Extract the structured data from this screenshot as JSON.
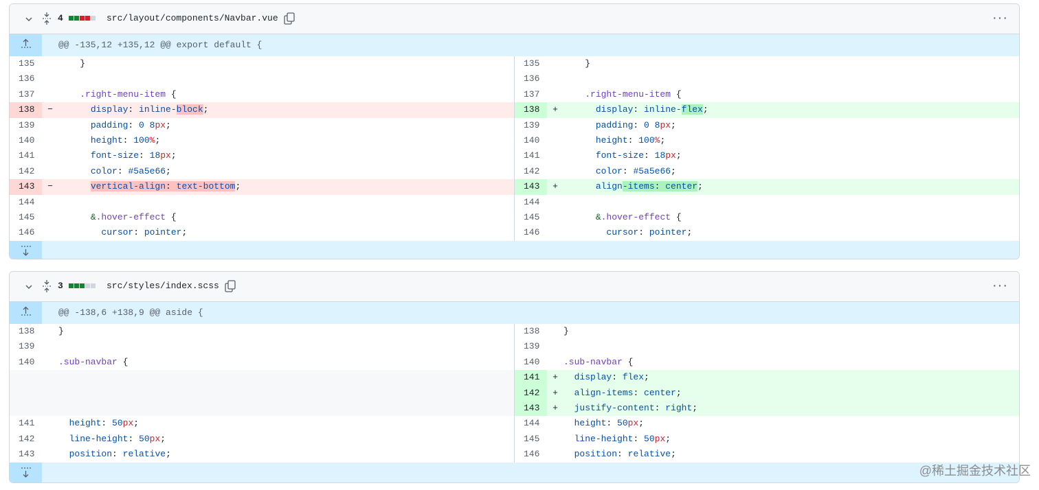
{
  "files": [
    {
      "change_count": "4",
      "blocks": [
        "#1a7f37",
        "#1a7f37",
        "#cf222e",
        "#cf222e",
        "#d0d7de"
      ],
      "path": "src/layout/components/Navbar.vue",
      "hunk_header": "@@ -135,12 +135,12 @@ export default {",
      "left": [
        {
          "n": "135",
          "t": "ctx",
          "tokens": [
            [
              "    }",
              ""
            ]
          ]
        },
        {
          "n": "136",
          "t": "ctx",
          "tokens": [
            [
              "",
              ""
            ]
          ]
        },
        {
          "n": "137",
          "t": "ctx",
          "tokens": [
            [
              "    ",
              ""
            ],
            [
              ".right-menu-item",
              "p"
            ],
            [
              " {",
              ""
            ]
          ]
        },
        {
          "n": "138",
          "t": "del",
          "mk": "−",
          "tokens": [
            [
              "      ",
              ""
            ],
            [
              "display",
              "b"
            ],
            [
              ": ",
              ""
            ],
            [
              "inline-",
              "b"
            ],
            [
              "block",
              "b hl-del"
            ],
            [
              ";",
              ""
            ]
          ]
        },
        {
          "n": "139",
          "t": "ctx",
          "tokens": [
            [
              "      ",
              ""
            ],
            [
              "padding",
              "b"
            ],
            [
              ": ",
              ""
            ],
            [
              "0 8",
              "b"
            ],
            [
              "px",
              "r"
            ],
            [
              ";",
              ""
            ]
          ]
        },
        {
          "n": "140",
          "t": "ctx",
          "tokens": [
            [
              "      ",
              ""
            ],
            [
              "height",
              "b"
            ],
            [
              ": ",
              ""
            ],
            [
              "100",
              "b"
            ],
            [
              "%",
              "r"
            ],
            [
              ";",
              ""
            ]
          ]
        },
        {
          "n": "141",
          "t": "ctx",
          "tokens": [
            [
              "      ",
              ""
            ],
            [
              "font-size",
              "b"
            ],
            [
              ": ",
              ""
            ],
            [
              "18",
              "b"
            ],
            [
              "px",
              "r"
            ],
            [
              ";",
              ""
            ]
          ]
        },
        {
          "n": "142",
          "t": "ctx",
          "tokens": [
            [
              "      ",
              ""
            ],
            [
              "color",
              "b"
            ],
            [
              ": ",
              ""
            ],
            [
              "#5a5e66",
              "b"
            ],
            [
              ";",
              ""
            ]
          ]
        },
        {
          "n": "143",
          "t": "del",
          "mk": "−",
          "tokens": [
            [
              "      ",
              ""
            ],
            [
              "vertical-align",
              "b hl-del"
            ],
            [
              ": ",
              "hl-del"
            ],
            [
              "text-bottom",
              "b hl-del"
            ],
            [
              ";",
              ""
            ]
          ]
        },
        {
          "n": "144",
          "t": "ctx",
          "tokens": [
            [
              "",
              ""
            ]
          ]
        },
        {
          "n": "145",
          "t": "ctx",
          "tokens": [
            [
              "      ",
              ""
            ],
            [
              "&",
              "g"
            ],
            [
              ".hover-effect",
              "p"
            ],
            [
              " {",
              ""
            ]
          ]
        },
        {
          "n": "146",
          "t": "ctx",
          "tokens": [
            [
              "        ",
              ""
            ],
            [
              "cursor",
              "b"
            ],
            [
              ": ",
              ""
            ],
            [
              "pointer",
              "b"
            ],
            [
              ";",
              ""
            ]
          ]
        }
      ],
      "right": [
        {
          "n": "135",
          "t": "ctx",
          "tokens": [
            [
              "    }",
              ""
            ]
          ]
        },
        {
          "n": "136",
          "t": "ctx",
          "tokens": [
            [
              "",
              ""
            ]
          ]
        },
        {
          "n": "137",
          "t": "ctx",
          "tokens": [
            [
              "    ",
              ""
            ],
            [
              ".right-menu-item",
              "p"
            ],
            [
              " {",
              ""
            ]
          ]
        },
        {
          "n": "138",
          "t": "add",
          "mk": "+",
          "tokens": [
            [
              "      ",
              ""
            ],
            [
              "display",
              "b"
            ],
            [
              ": ",
              ""
            ],
            [
              "inline-",
              "b"
            ],
            [
              "flex",
              "b hl-add"
            ],
            [
              ";",
              ""
            ]
          ]
        },
        {
          "n": "139",
          "t": "ctx",
          "tokens": [
            [
              "      ",
              ""
            ],
            [
              "padding",
              "b"
            ],
            [
              ": ",
              ""
            ],
            [
              "0 8",
              "b"
            ],
            [
              "px",
              "r"
            ],
            [
              ";",
              ""
            ]
          ]
        },
        {
          "n": "140",
          "t": "ctx",
          "tokens": [
            [
              "      ",
              ""
            ],
            [
              "height",
              "b"
            ],
            [
              ": ",
              ""
            ],
            [
              "100",
              "b"
            ],
            [
              "%",
              "r"
            ],
            [
              ";",
              ""
            ]
          ]
        },
        {
          "n": "141",
          "t": "ctx",
          "tokens": [
            [
              "      ",
              ""
            ],
            [
              "font-size",
              "b"
            ],
            [
              ": ",
              ""
            ],
            [
              "18",
              "b"
            ],
            [
              "px",
              "r"
            ],
            [
              ";",
              ""
            ]
          ]
        },
        {
          "n": "142",
          "t": "ctx",
          "tokens": [
            [
              "      ",
              ""
            ],
            [
              "color",
              "b"
            ],
            [
              ": ",
              ""
            ],
            [
              "#5a5e66",
              "b"
            ],
            [
              ";",
              ""
            ]
          ]
        },
        {
          "n": "143",
          "t": "add",
          "mk": "+",
          "tokens": [
            [
              "      ",
              ""
            ],
            [
              "align",
              "b"
            ],
            [
              "-items",
              "b hl-add"
            ],
            [
              ": ",
              "hl-add"
            ],
            [
              "center",
              "b hl-add"
            ],
            [
              ";",
              ""
            ]
          ]
        },
        {
          "n": "144",
          "t": "ctx",
          "tokens": [
            [
              "",
              ""
            ]
          ]
        },
        {
          "n": "145",
          "t": "ctx",
          "tokens": [
            [
              "      ",
              ""
            ],
            [
              "&",
              "g"
            ],
            [
              ".hover-effect",
              "p"
            ],
            [
              " {",
              ""
            ]
          ]
        },
        {
          "n": "146",
          "t": "ctx",
          "tokens": [
            [
              "        ",
              ""
            ],
            [
              "cursor",
              "b"
            ],
            [
              ": ",
              ""
            ],
            [
              "pointer",
              "b"
            ],
            [
              ";",
              ""
            ]
          ]
        }
      ]
    },
    {
      "change_count": "3",
      "blocks": [
        "#1a7f37",
        "#1a7f37",
        "#1a7f37",
        "#d0d7de",
        "#d0d7de"
      ],
      "path": "src/styles/index.scss",
      "hunk_header": "@@ -138,6 +138,9 @@ aside {",
      "left": [
        {
          "n": "138",
          "t": "ctx",
          "tokens": [
            [
              "}",
              ""
            ]
          ]
        },
        {
          "n": "139",
          "t": "ctx",
          "tokens": [
            [
              "",
              ""
            ]
          ]
        },
        {
          "n": "140",
          "t": "ctx",
          "tokens": [
            [
              ".sub-navbar",
              "p"
            ],
            [
              " {",
              ""
            ]
          ]
        },
        {
          "n": "",
          "t": "empty",
          "tokens": []
        },
        {
          "n": "",
          "t": "empty",
          "tokens": []
        },
        {
          "n": "",
          "t": "empty",
          "tokens": []
        },
        {
          "n": "141",
          "t": "ctx",
          "tokens": [
            [
              "  ",
              ""
            ],
            [
              "height",
              "b"
            ],
            [
              ": ",
              ""
            ],
            [
              "50",
              "b"
            ],
            [
              "px",
              "r"
            ],
            [
              ";",
              ""
            ]
          ]
        },
        {
          "n": "142",
          "t": "ctx",
          "tokens": [
            [
              "  ",
              ""
            ],
            [
              "line-height",
              "b"
            ],
            [
              ": ",
              ""
            ],
            [
              "50",
              "b"
            ],
            [
              "px",
              "r"
            ],
            [
              ";",
              ""
            ]
          ]
        },
        {
          "n": "143",
          "t": "ctx",
          "tokens": [
            [
              "  ",
              ""
            ],
            [
              "position",
              "b"
            ],
            [
              ": ",
              ""
            ],
            [
              "relative",
              "b"
            ],
            [
              ";",
              ""
            ]
          ]
        }
      ],
      "right": [
        {
          "n": "138",
          "t": "ctx",
          "tokens": [
            [
              "}",
              ""
            ]
          ]
        },
        {
          "n": "139",
          "t": "ctx",
          "tokens": [
            [
              "",
              ""
            ]
          ]
        },
        {
          "n": "140",
          "t": "ctx",
          "tokens": [
            [
              ".sub-navbar",
              "p"
            ],
            [
              " {",
              ""
            ]
          ]
        },
        {
          "n": "141",
          "t": "add",
          "mk": "+",
          "tokens": [
            [
              "  ",
              ""
            ],
            [
              "display",
              "b"
            ],
            [
              ": ",
              ""
            ],
            [
              "flex",
              "b"
            ],
            [
              ";",
              ""
            ]
          ]
        },
        {
          "n": "142",
          "t": "add",
          "mk": "+",
          "tokens": [
            [
              "  ",
              ""
            ],
            [
              "align-items",
              "b"
            ],
            [
              ": ",
              ""
            ],
            [
              "center",
              "b"
            ],
            [
              ";",
              ""
            ]
          ]
        },
        {
          "n": "143",
          "t": "add",
          "mk": "+",
          "tokens": [
            [
              "  ",
              ""
            ],
            [
              "justify-content",
              "b"
            ],
            [
              ": ",
              ""
            ],
            [
              "right",
              "b"
            ],
            [
              ";",
              ""
            ]
          ]
        },
        {
          "n": "144",
          "t": "ctx",
          "tokens": [
            [
              "  ",
              ""
            ],
            [
              "height",
              "b"
            ],
            [
              ": ",
              ""
            ],
            [
              "50",
              "b"
            ],
            [
              "px",
              "r"
            ],
            [
              ";",
              ""
            ]
          ]
        },
        {
          "n": "145",
          "t": "ctx",
          "tokens": [
            [
              "  ",
              ""
            ],
            [
              "line-height",
              "b"
            ],
            [
              ": ",
              ""
            ],
            [
              "50",
              "b"
            ],
            [
              "px",
              "r"
            ],
            [
              ";",
              ""
            ]
          ]
        },
        {
          "n": "146",
          "t": "ctx",
          "tokens": [
            [
              "  ",
              ""
            ],
            [
              "position",
              "b"
            ],
            [
              ": ",
              ""
            ],
            [
              "relative",
              "b"
            ],
            [
              ";",
              ""
            ]
          ]
        }
      ]
    }
  ],
  "icons": {
    "collapse": "chevron-down-icon",
    "expand_all": "unfold-icon",
    "copy": "copy-icon",
    "more": "kebab-horizontal-icon",
    "expand_up": "expand-up-icon",
    "expand_down": "expand-down-icon"
  },
  "more_glyph": "···",
  "watermark": "@稀土掘金技术社区"
}
